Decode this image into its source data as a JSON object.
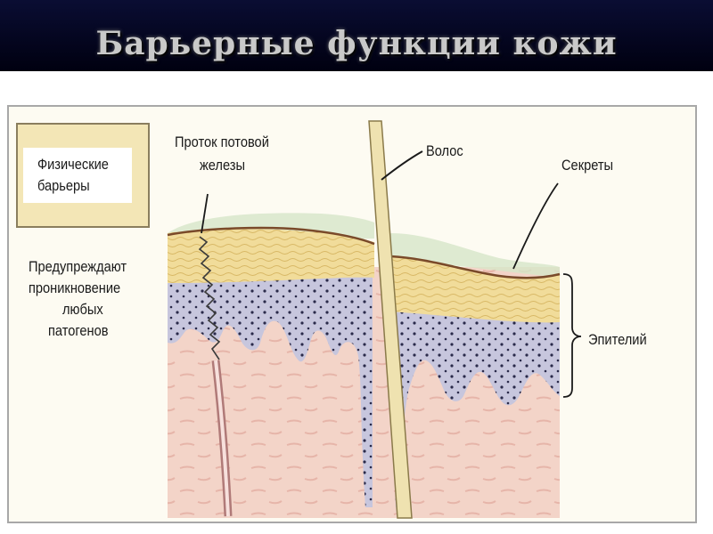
{
  "slide": {
    "title": "Барьерные функции кожи"
  },
  "left_panel": {
    "box_label_line1": "Физические",
    "box_label_line2": "барьеры",
    "desc_line1": "Предупреждают",
    "desc_line2": "проникновение",
    "desc_line3": "любых",
    "desc_line4": "патогенов"
  },
  "labels": {
    "sweat_duct_line1": "Проток потовой",
    "sweat_duct_line2": "железы",
    "hair": "Волос",
    "secretions": "Секреты",
    "epithelium": "Эпителий"
  },
  "colors": {
    "title_bg": "#000010",
    "title_text": "#c9c9c9",
    "stratum_corneum": "#f1dc9a",
    "epidermis": "#c7c6dd",
    "dermis": "#f3d4c8",
    "label_box": "#f3e6b6"
  }
}
